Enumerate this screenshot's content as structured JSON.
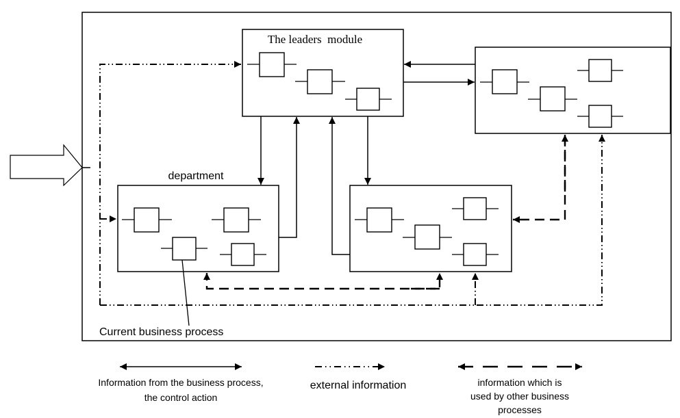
{
  "diagram": {
    "modules": {
      "leaders": {
        "label": "The leaders  module"
      },
      "department": {
        "label": "department"
      },
      "process_unit": {
        "label": ""
      },
      "external_unit": {
        "label": ""
      }
    },
    "annotations": {
      "current_process": "Current business process"
    },
    "legend": [
      {
        "style": "solid",
        "lines": [
          "Information from the business process,",
          "the control action"
        ]
      },
      {
        "style": "dash-dot-dot",
        "lines": [
          "external information"
        ]
      },
      {
        "style": "dashed",
        "lines": [
          "information which is",
          "used by other business",
          "processes"
        ]
      }
    ],
    "colors": {
      "stroke": "#000000",
      "background": "#ffffff"
    }
  }
}
